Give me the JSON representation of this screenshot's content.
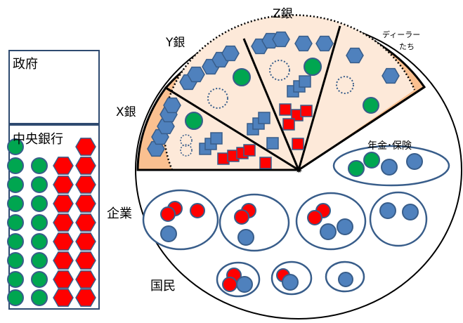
{
  "labels": {
    "government": "政府",
    "central_bank": "中央銀行",
    "bank_x": "X銀",
    "bank_y": "Y銀",
    "bank_z": "Z銀",
    "dealers_line1": "ディーラー",
    "dealers_line2": "たち",
    "pension_insurance": "年金･保険",
    "companies": "企業",
    "citizens": "国民"
  },
  "colors": {
    "blue": "#4f81bd",
    "blue_stroke": "#385d8a",
    "green": "#00a650",
    "red": "#ff0000",
    "sector_fill": "#fac090",
    "sector_inner": "#fde9d9",
    "navy": "#2e4a70"
  },
  "icons": {
    "reserve_token": "green-circle",
    "government_bond_token": "red-hexagon",
    "bond_token": "blue-hexagon",
    "deposit_token": "blue-circle"
  }
}
